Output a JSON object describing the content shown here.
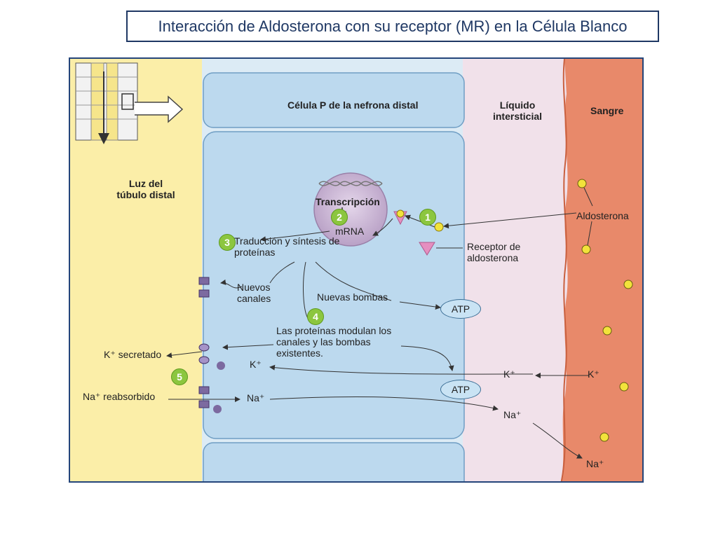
{
  "title": "Interacción de Aldosterona con su receptor (MR) en la Célula Blanco",
  "diagram": {
    "header_cell": "Célula P de la nefrona distal",
    "header_interstitial": "Líquido intersticial",
    "header_blood": "Sangre",
    "lumen": "Luz del túbulo distal",
    "step1": "1",
    "step2": "2",
    "step3": "3",
    "step4": "4",
    "step5": "5",
    "transcripcion": "Transcripción",
    "mrna": "mRNA",
    "traduccion": "Traducción y síntesis de proteínas",
    "nuevos_canales": "Nuevos canales",
    "nuevas_bombas": "Nuevas bombas",
    "modulan": "Las proteínas modulan los canales y las bombas existentes.",
    "receptor": "Receptor de aldosterona",
    "aldosterona": "Aldosterona",
    "atp": "ATP",
    "k_secretado": "K⁺ secretado",
    "na_reabsorbido": "Na⁺ reabsorbido",
    "k_plus": "K⁺",
    "na_plus": "Na⁺"
  },
  "colors": {
    "lumen": "#fbeea8",
    "cell": "#bcd9ee",
    "interstitial": "#f1e1ea",
    "blood": "#e8896a",
    "title": "#1f3864",
    "step_badge": "#8cc63f",
    "aldosterone": "#f2e33b",
    "receptor": "#e58fc0"
  }
}
